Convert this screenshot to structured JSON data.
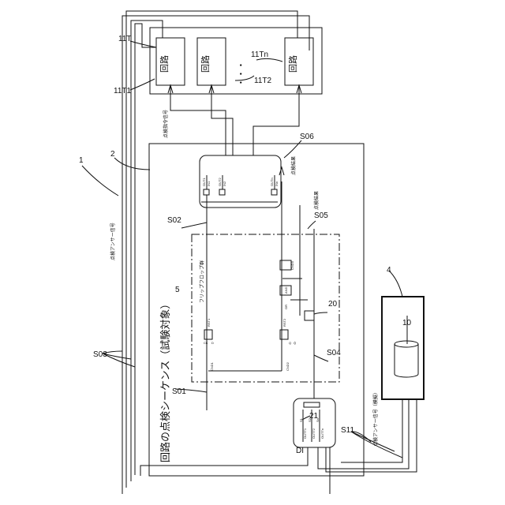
{
  "refs": {
    "r1": "1",
    "r2": "2",
    "r4": "4",
    "r5": "5",
    "r10": "10",
    "r11T": "11T",
    "r11T1": "11T1",
    "r11T2": "11T2",
    "r11Tn": "11Tn",
    "r20": "20",
    "r21": "21",
    "S01": "S01",
    "S02": "S02",
    "S03": "S03",
    "S04": "S04",
    "S05": "S05",
    "S06": "S06",
    "S11": "S11",
    "dots": "・・・",
    "DI": "DI"
  },
  "labels": {
    "circuit": "回路",
    "sequence_title": "回路の点検シーケンス（試験対象）",
    "flipflop_group": "フリップフロップ群",
    "check_command_signal": "点検指令信号",
    "check_result_1": "点検結果",
    "check_result_2": "点検結果",
    "answer_back_signal": "点検アンサー信号",
    "answer_back_signal_sim": "点検アンサー信号（模擬）"
  },
  "pins": {
    "out1": "OUT1",
    "out2": "OUT2",
    "outn": "OUTn",
    "in1": "IN1",
    "in2": "IN2",
    "inn": "INn",
    "outt1": "OUTT1",
    "outt2": "OUTT2",
    "outtn": "OUTTn",
    "ck": "CK",
    "d": "D",
    "q": "Q",
    "qbar": "Q̄",
    "cnd1": "CND1",
    "cnd2": "CND2",
    "cnd3": "CND3",
    "and": "AND",
    "or": "OR",
    "s1": "S1",
    "s2": "S2",
    "sn": "Sn",
    "rst1": "RST1",
    "rst2": "RST2"
  }
}
